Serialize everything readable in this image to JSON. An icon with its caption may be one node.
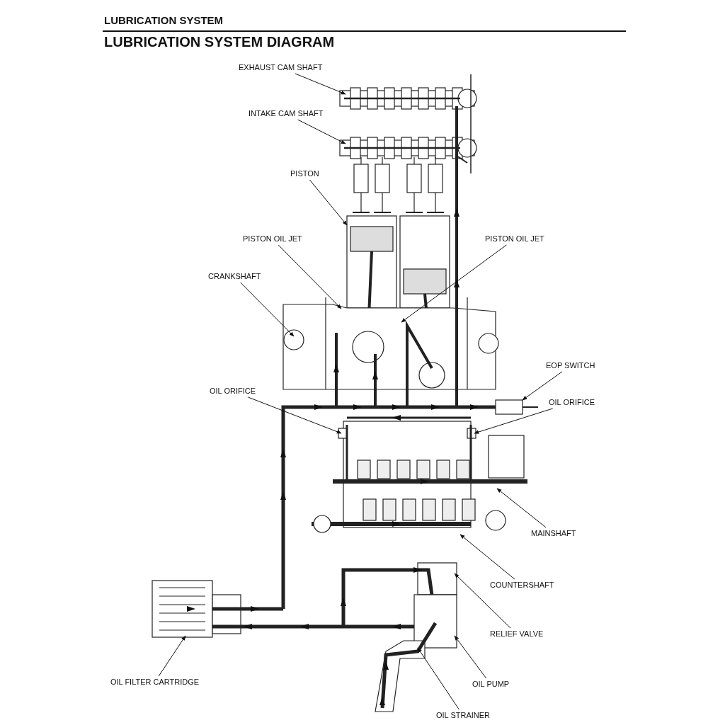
{
  "diagram": {
    "title": "LUBRICATION SYSTEM DIAGRAM",
    "labels": [
      "LUBRICATION SYSTEM"
    ],
    "nodes": [
      {
        "text": [
          "EXHAUST CAM SHAFT"
        ]
      },
      {
        "text": [
          "INTAKE CAM SHAFT"
        ]
      },
      {
        "text": [
          "PISTON"
        ]
      },
      {
        "text": [
          "PISTON OIL JET"
        ]
      },
      {
        "text": [
          "PISTON OIL JET"
        ]
      },
      {
        "text": [
          "CRANKSHAFT"
        ]
      },
      {
        "text": [
          "EOP SWITCH"
        ]
      },
      {
        "text": [
          "OIL ORIFICE"
        ]
      },
      {
        "text": [
          "OIL ORIFICE"
        ]
      },
      {
        "text": [
          "MAINSHAFT"
        ]
      },
      {
        "text": [
          "COUNTERSHAFT"
        ]
      },
      {
        "text": [
          "OIL FILTER CARTRIDGE"
        ]
      },
      {
        "text": [
          "RELIEF VALVE"
        ]
      },
      {
        "text": [
          "OIL PUMP"
        ]
      },
      {
        "text": [
          "OIL STRAINER"
        ]
      }
    ],
    "edges": [
      {
        "from": 0,
        "to": null,
        "arrow": "to"
      },
      {
        "from": 1,
        "to": null,
        "arrow": "to"
      },
      {
        "from": 2,
        "to": null,
        "arrow": "to"
      },
      {
        "from": 3,
        "to": null,
        "arrow": "to"
      },
      {
        "from": 4,
        "to": null,
        "arrow": "to"
      },
      {
        "from": 5,
        "to": null,
        "arrow": "to"
      },
      {
        "from": 6,
        "to": null,
        "arrow": "to"
      },
      {
        "from": 7,
        "to": null,
        "arrow": "to"
      },
      {
        "from": 8,
        "to": null,
        "arrow": "to"
      },
      {
        "from": 9,
        "to": null,
        "arrow": "to"
      },
      {
        "from": 10,
        "to": null,
        "arrow": "to"
      },
      {
        "from": 11,
        "to": null,
        "arrow": "to"
      },
      {
        "from": 12,
        "to": null,
        "arrow": "to"
      },
      {
        "from": 13,
        "to": null,
        "arrow": "to"
      },
      {
        "from": 14,
        "to": null,
        "arrow": "to"
      }
    ]
  }
}
